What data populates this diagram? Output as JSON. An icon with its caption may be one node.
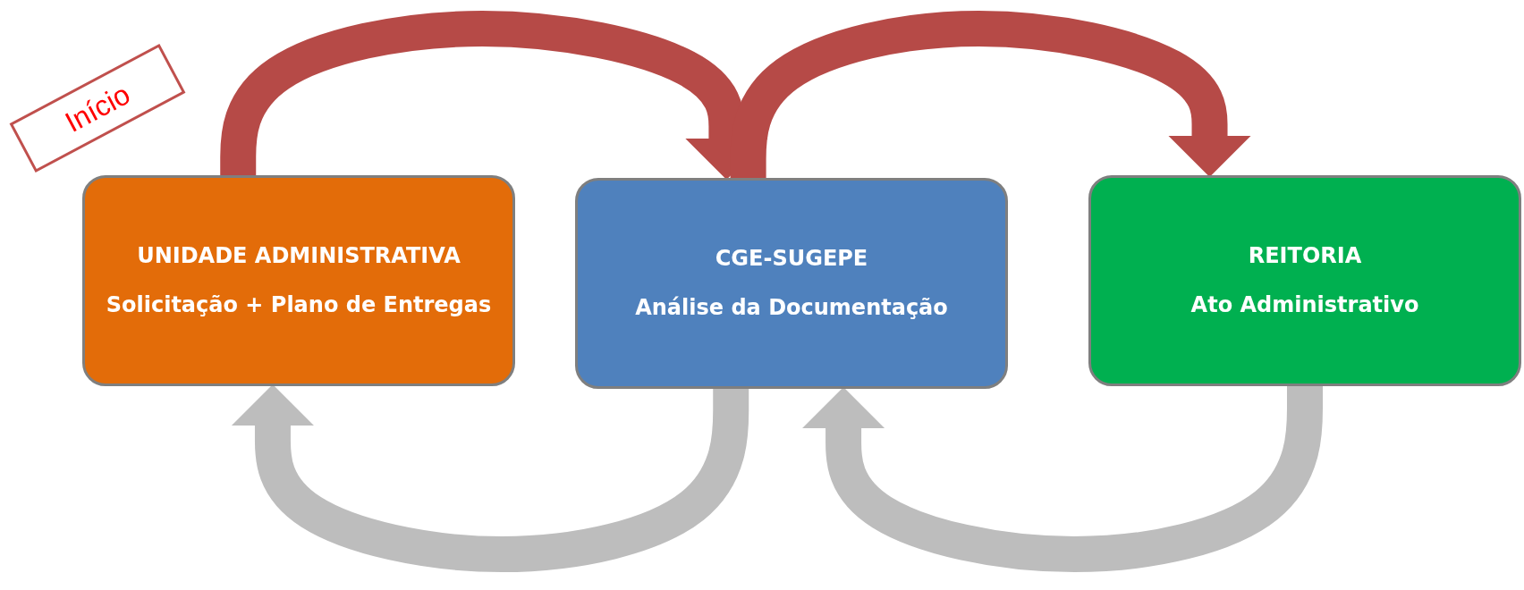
{
  "diagram": {
    "nodes": [
      {
        "text": [
          "Início"
        ]
      },
      {
        "text": [
          "UNIDADE ADMINISTRATIVA",
          "Solicitação + Plano de Entregas"
        ]
      },
      {
        "text": [
          "CGE-SUGEPE",
          "Análise da Documentação"
        ]
      },
      {
        "text": [
          "REITORIA",
          "Ato Administrativo"
        ]
      }
    ],
    "edges": [
      {
        "from": 1,
        "to": 2,
        "arrow": "to",
        "color": "#b64a47"
      },
      {
        "from": 2,
        "to": 3,
        "arrow": "to",
        "color": "#b64a47"
      },
      {
        "from": 2,
        "to": 1,
        "arrow": "to",
        "color": "#bdbdbd"
      },
      {
        "from": 3,
        "to": 2,
        "arrow": "to",
        "color": "#bdbdbd"
      }
    ]
  }
}
